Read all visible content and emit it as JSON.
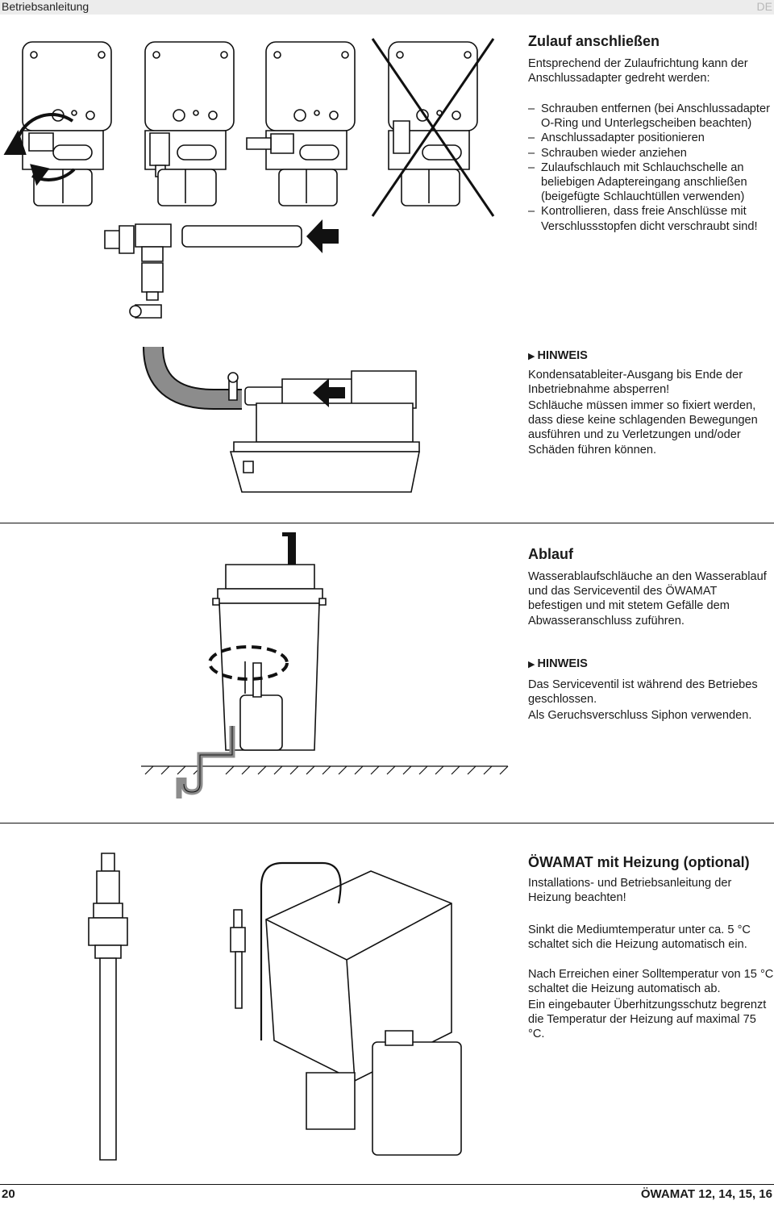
{
  "header": {
    "title": "Betriebsanleitung",
    "lang": "DE"
  },
  "sections": {
    "zulauf": {
      "title": "Zulauf anschließen",
      "intro": "Entsprechend der Zulaufrichtung kann der Anschlussadapter gedreht werden:",
      "steps": [
        "Schrauben entfernen (bei Anschlussadapter O-Ring und Unterlegscheiben beachten)",
        "Anschlussadapter positionieren",
        "Schrauben wieder anziehen",
        "Zulaufschlauch mit Schlauchschelle an beliebigen Adaptereingang anschließen (beigefügte Schlauchtüllen verwenden)",
        "Kontrollieren, dass freie Anschlüsse mit Verschlussstopfen dicht verschraubt sind!"
      ],
      "note_label": "HINWEIS",
      "note_lines": [
        "Kondensatableiter-Ausgang bis Ende der Inbetriebnahme absperren!",
        "Schläuche müssen immer so fixiert werden, dass diese keine schlagenden Bewegungen ausführen und zu Verletzungen und/oder Schäden führen können."
      ]
    },
    "ablauf": {
      "title": "Ablauf",
      "text": "Wasserablaufschläuche an den Wasserablauf und das Serviceventil des ÖWAMAT befestigen und mit stetem Gefälle dem Abwasseranschluss zuführen.",
      "note_label": "HINWEIS",
      "note_lines": [
        "Das Serviceventil ist während des Betriebes geschlossen.",
        "Als Geruchsverschluss Siphon verwenden."
      ]
    },
    "heizung": {
      "title": "ÖWAMAT mit Heizung (optional)",
      "intro": "Installations- und Betriebsanleitung der Heizung beachten!",
      "lines": [
        "Sinkt die Mediumtemperatur unter ca. 5 °C schaltet sich die Heizung automatisch ein.",
        "Nach Erreichen einer Solltemperatur von 15 °C schaltet die Heizung automatisch ab.",
        "Ein eingebauter Überhitzungsschutz begrenzt die Temperatur der Heizung auf maximal 75 °C."
      ]
    }
  },
  "footer": {
    "page_number": "20",
    "product": "ÖWAMAT 12, 14, 15, 16"
  },
  "colors": {
    "header_band": "#ececec",
    "lang_tag": "#b8b8b8",
    "hose_gray": "#8c8c8c",
    "text": "#1a1a1a"
  },
  "icons": [
    "rotate-arrows-icon",
    "flow-direction-arrow-icon",
    "cross-out-icon",
    "hinweis-triangle-icon",
    "dashed-ellipse-marker-icon"
  ]
}
